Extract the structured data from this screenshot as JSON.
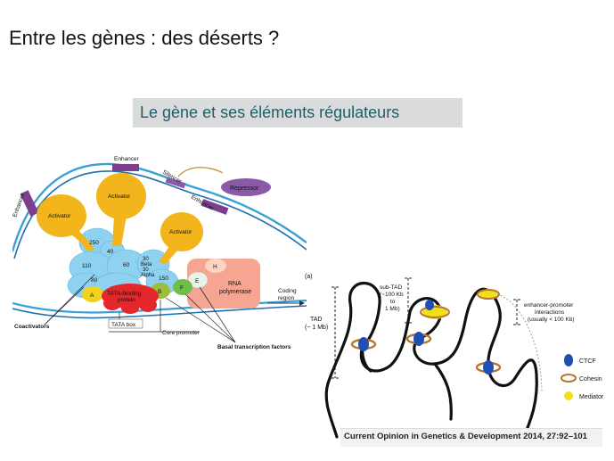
{
  "slide": {
    "title": "Entre les gènes : des déserts ?",
    "subtitle": "Le gène et ses éléments régulateurs"
  },
  "figure_left": {
    "enhancer_top": "Enhancer",
    "enhancer_left": "Enhancer",
    "enhancer_right": "Enhancer",
    "silencer": "Silencer",
    "repressor": "Repressor",
    "activator_1": "Activator",
    "activator_2": "Activator",
    "activator_3": "Activator",
    "n250": "250",
    "n40": "40",
    "n60": "60",
    "n110": "110",
    "n80": "80",
    "n30beta": "30\nBeta",
    "n30alpha": "30\nAlpha",
    "n150": "150",
    "h": "H",
    "a": "A",
    "b": "B",
    "f": "F",
    "e": "E",
    "tata_binding_1": "TATA-binding",
    "tata_binding_2": "protein",
    "rna_pol_1": "RNA",
    "rna_pol_2": "polymerase",
    "coding_1": "Coding",
    "coding_2": "region",
    "coactivators": "Coactivators",
    "tata_box": "TATA box",
    "core_promoter": "Core promoter",
    "basal": "Basal transcription factors"
  },
  "figure_right": {
    "panel": "(a)",
    "tad_1": "TAD",
    "tad_2": "(~ 1 Mb)",
    "subtad_1": "sub-TAD",
    "subtad_2": "(~100 Kb",
    "subtad_3": "to",
    "subtad_4": "1 Mb)",
    "ep_1": "enhancer-promoter",
    "ep_2": "interactions",
    "ep_3": "(usually < 100 Kb)",
    "legend_ctcf": "CTCF",
    "legend_cohesin": "Cohesin",
    "legend_mediator": "Mediator",
    "caption": "Current Opinion in Genetics & Development 2014, 27:92–101"
  },
  "colors": {
    "title_text": "#111111",
    "subtitle_text": "#1f5e66",
    "subtitle_box": "#d9dbdc",
    "dna_blue": "#3aa0d8",
    "activator_yellow": "#f2b51c",
    "complex_blue": "#8ed1f0",
    "tbp_red": "#e5262a",
    "rnapol_pink": "#f5a592",
    "enhancer_purple": "#7b3f8e",
    "ctcf_blue": "#1f4fb5",
    "cohesin_brown": "#b5762e",
    "mediator_yellow": "#f0e01b"
  }
}
